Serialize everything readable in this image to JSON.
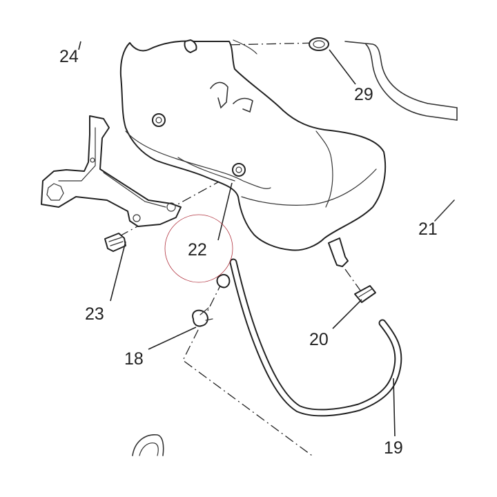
{
  "callouts": {
    "c24": "24",
    "c29": "29",
    "c21": "21",
    "c22": "22",
    "c23": "23",
    "c20": "20",
    "c18": "18",
    "c19": "19"
  },
  "colors": {
    "line": "#222222",
    "highlight_circle": "#b0303c",
    "background": "#ffffff"
  }
}
